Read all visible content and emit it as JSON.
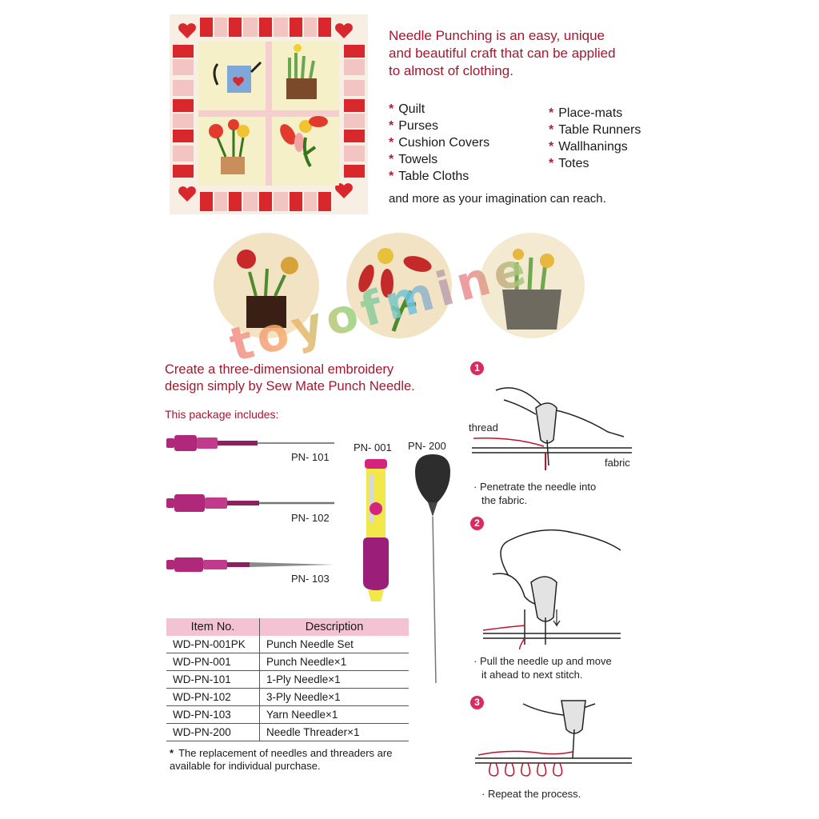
{
  "intro": {
    "line1": "Needle Punching is an easy, unique",
    "line2": "and beautiful craft that can be applied",
    "line3": "to almost of clothing."
  },
  "uses_left": [
    "Quilt",
    "Purses",
    "Cushion Covers",
    "Towels",
    "Table Cloths"
  ],
  "uses_right": [
    "Place-mats",
    "Table Runners",
    "Wallhanings",
    "Totes"
  ],
  "more_text": "and more as your imagination can reach.",
  "headline": {
    "line1": "Create a three-dimensional embroidery",
    "line2": "design simply by Sew Mate Punch Needle."
  },
  "package_label": "This package includes:",
  "needle_labels": {
    "pn101": "PN- 101",
    "pn102": "PN- 102",
    "pn103": "PN- 103",
    "pn001": "PN- 001",
    "pn200": "PN- 200"
  },
  "table": {
    "headers": [
      "Item No.",
      "Description"
    ],
    "rows": [
      [
        "WD-PN-001PK",
        "Punch Needle Set"
      ],
      [
        "WD-PN-001",
        "Punch Needle×1"
      ],
      [
        "WD-PN-101",
        "1-Ply Needle×1"
      ],
      [
        "WD-PN-102",
        "3-Ply Needle×1"
      ],
      [
        "WD-PN-103",
        "Yarn Needle×1"
      ],
      [
        "WD-PN-200",
        "Needle Threader×1"
      ]
    ]
  },
  "note": "The replacement of needles and threaders are available for individual purchase.",
  "steps": [
    {
      "num": "1",
      "text1": "· Penetrate the needle into",
      "text2": "the fabric."
    },
    {
      "num": "2",
      "text1": "· Pull the needle up and move",
      "text2": "it ahead to next stitch."
    },
    {
      "num": "3",
      "text1": "· Repeat the process.",
      "text2": ""
    }
  ],
  "diagram_labels": {
    "thread": "thread",
    "fabric": "fabric"
  },
  "watermark": "toyofmine"
}
